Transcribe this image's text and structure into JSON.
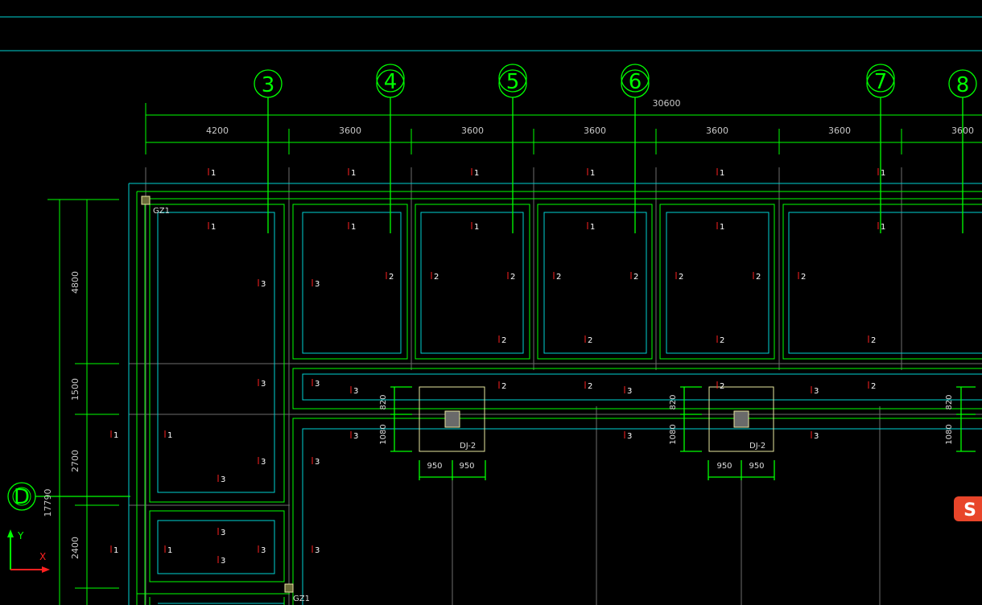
{
  "canvas": {
    "background": "#000000"
  },
  "colors": {
    "cyan": "#00d2d2",
    "green": "#00ff00",
    "red": "#ff2020",
    "yellow": "#e8e8a0",
    "grey": "#9a9a9a"
  },
  "axes": {
    "bubble_labels": [
      "3",
      "4",
      "5",
      "6",
      "7",
      "8"
    ],
    "row_bubble_label": "D"
  },
  "dimensions": {
    "total": "30600",
    "spans": [
      "4200",
      "3600",
      "3600",
      "3600",
      "3600",
      "3600",
      "3600"
    ],
    "vertical_spans": [
      "4800",
      "1500",
      "2700",
      "2400"
    ],
    "vertical_total": "17790"
  },
  "labels": {
    "column_a": "GZ1",
    "column_b": "GZ1",
    "foundation_a": "DJ-2",
    "foundation_b": "DJ-2",
    "half_width": "950",
    "dim_820": "820",
    "dim_1080": "1080"
  },
  "ucs": {
    "y": "Y",
    "x": "X",
    "icon": "ucs-axis-icon"
  },
  "overlay": {
    "logo_letter": "S",
    "icon": "sogou-ime-logo-icon"
  }
}
